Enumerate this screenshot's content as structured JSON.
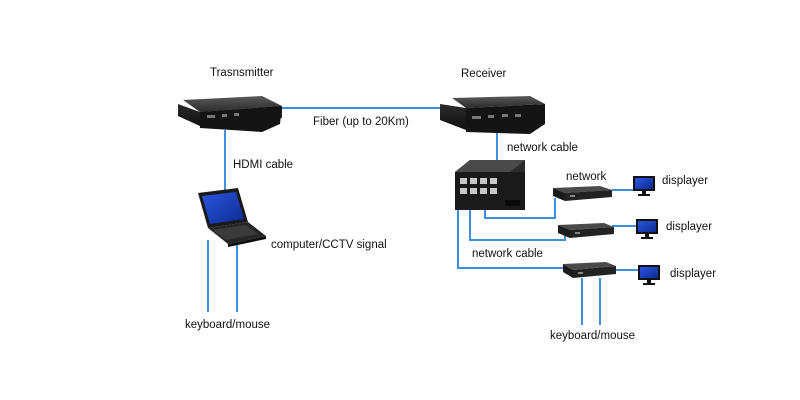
{
  "labels": {
    "transmitter": "Trasnsmitter",
    "receiver": "Receiver",
    "fiber": "Fiber (up to 20Km)",
    "hdmi": "HDMI cable",
    "network_cable_top": "network cable",
    "network_cable_bottom": "network cable",
    "network": "network",
    "displayer_1": "displayer",
    "displayer_2": "displayer",
    "displayer_3": "displayer",
    "computer": "computer/CCTV signal",
    "keyboard_left": "keyboard/mouse",
    "keyboard_right": "keyboard/mouse"
  },
  "colors": {
    "cable": "#3d8fe0",
    "device_dark": "#1e1e1e",
    "device_mid": "#3a3a3a",
    "screen": "#1a3fbf"
  },
  "icons": [
    "transmitter-box",
    "receiver-box",
    "network-switch",
    "laptop",
    "monitor",
    "mini-receiver"
  ]
}
